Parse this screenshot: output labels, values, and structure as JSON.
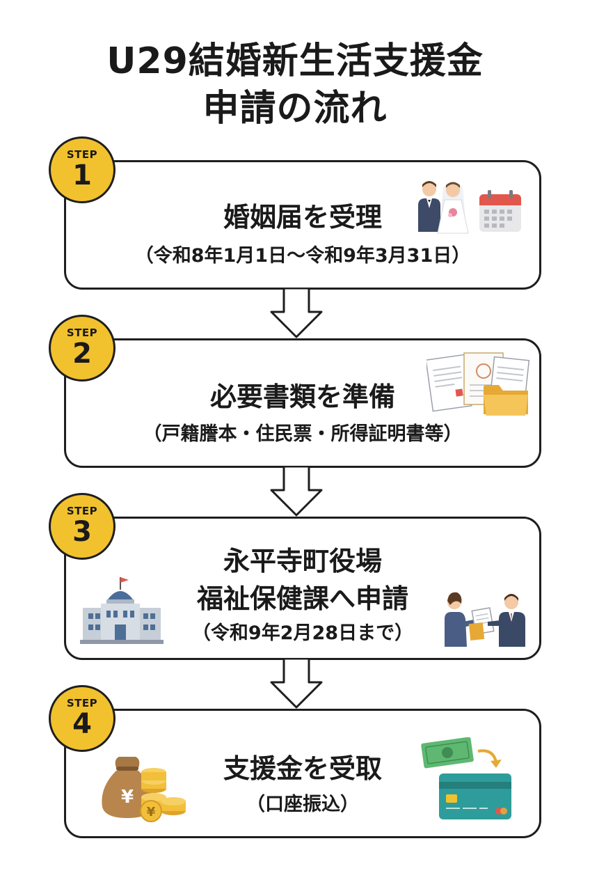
{
  "title": {
    "line1": "U29結婚新生活支援金",
    "line2": "申請の流れ"
  },
  "steps": [
    {
      "label": "STEP",
      "number": "1",
      "main": "婚姻届を受理",
      "sub": "（令和8年1月1日～令和9年3月31日）",
      "icons": [
        "wedding-couple-icon",
        "calendar-icon"
      ]
    },
    {
      "label": "STEP",
      "number": "2",
      "main": "必要書類を準備",
      "sub": "（戸籍謄本・住民票・所得証明書等）",
      "icons": [
        "documents-icon",
        "folder-icon"
      ]
    },
    {
      "label": "STEP",
      "number": "3",
      "main_line1": "永平寺町役場",
      "main_line2": "福祉保健課へ申請",
      "sub": "（令和9年2月28日まで）",
      "icons": [
        "town-hall-icon",
        "document-handover-icon"
      ]
    },
    {
      "label": "STEP",
      "number": "4",
      "main": "支援金を受取",
      "sub": "（口座振込）",
      "icons": [
        "money-bag-coins-icon",
        "banknote-to-card-icon"
      ],
      "yen_symbol": "¥"
    }
  ],
  "colors": {
    "badge": "#f2c12e",
    "border": "#1e1e1e",
    "cash": "#5fb872",
    "card": "#2e9c9a"
  }
}
